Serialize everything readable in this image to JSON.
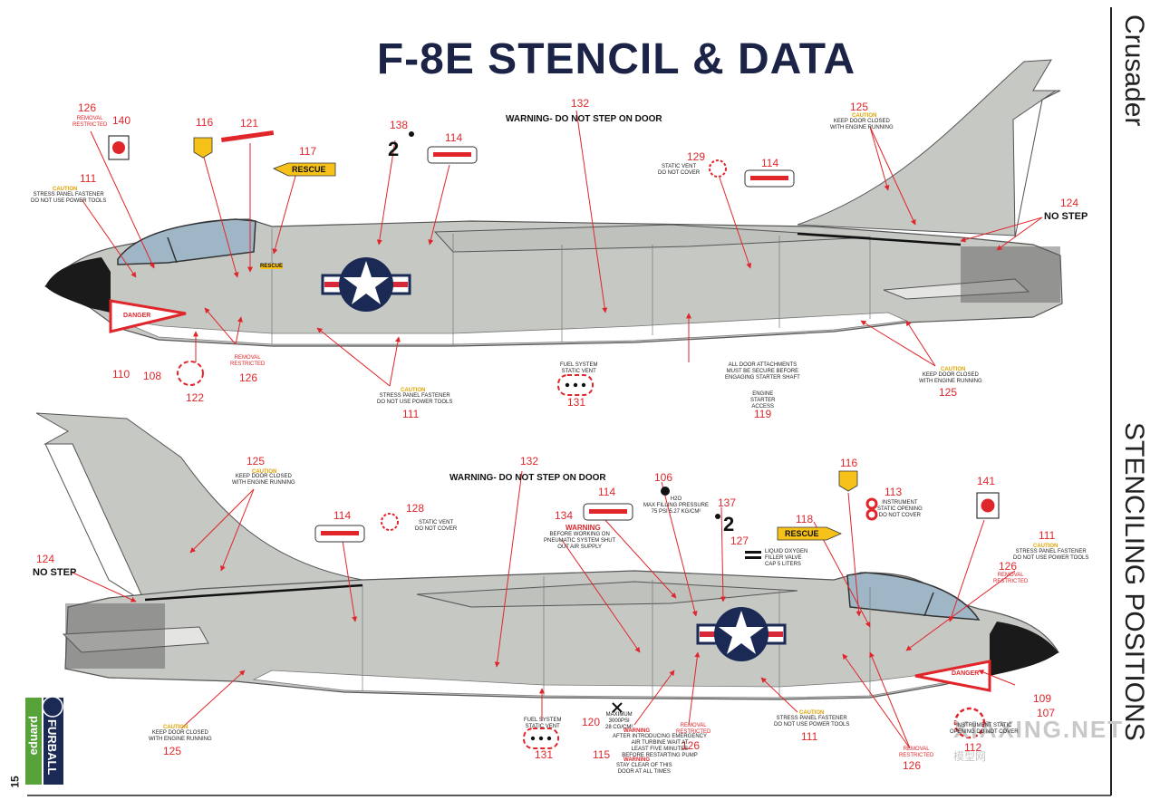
{
  "page": {
    "title": "F-8E STENCIL & DATA",
    "side_top": "Crusader",
    "side_bottom": "STENCILING POSITIONS",
    "page_number": "15",
    "watermark": "XIAXING.NET",
    "watermark_sub": "模型网",
    "brand_vertical": "FURBALL",
    "brand_name": "eduard"
  },
  "colors": {
    "aircraft_gray": "#c6c8c4",
    "aircraft_white": "#ffffff",
    "nose_black": "#1a1a1a",
    "callout_red": "#e0262b",
    "navy": "#1b2a55",
    "rescue_yellow": "#f6c21a",
    "title_navy": "#1b2447"
  },
  "upper": {
    "warning": "WARNING- DO NOT STEP ON DOOR",
    "no_step": "NO STEP",
    "numbers": [
      {
        "n": "126"
      },
      {
        "n": "140"
      },
      {
        "n": "116"
      },
      {
        "n": "121"
      },
      {
        "n": "117"
      },
      {
        "n": "138"
      },
      {
        "n": "114"
      },
      {
        "n": "132"
      },
      {
        "n": "129"
      },
      {
        "n": "114"
      },
      {
        "n": "125"
      },
      {
        "n": "124"
      },
      {
        "n": "111"
      },
      {
        "n": "110"
      },
      {
        "n": "108"
      },
      {
        "n": "122"
      },
      {
        "n": "126"
      },
      {
        "n": "111"
      },
      {
        "n": "131"
      },
      {
        "n": "119"
      },
      {
        "n": "125"
      }
    ],
    "labels": {
      "removal_restricted": "REMOVAL\nRESTRICTED",
      "rescue": "RESCUE",
      "stress_caution": "CAUTION",
      "stress": "STRESS PANEL FASTENER\nDO NOT USE POWER TOOLS",
      "static_vent": "STATIC VENT\nDO NOT COVER",
      "keep_door_caution": "CAUTION",
      "keep_door": "KEEP DOOR CLOSED\nWITH ENGINE RUNNING",
      "fuel_vent": "FUEL SYSTEM\nSTATIC VENT",
      "door_attach": "ALL DOOR ATTACHMENTS\nMUST BE SECURE BEFORE\nENGAGING STARTER SHAFT",
      "engine_starter": "ENGINE\nSTARTER\nACCESS",
      "removal_restricted2": "REMOVAL\nRESTRICTED",
      "stress2_caution": "CAUTION",
      "stress2": "STRESS PANEL FASTENER\nDO NOT USE POWER TOOLS",
      "keep_door2_caution": "CAUTION",
      "keep_door2": "KEEP DOOR CLOSED\nWITH ENGINE RUNNING",
      "danger": "DANGER"
    },
    "stencil_2": "2"
  },
  "lower": {
    "warning": "WARNING- DO NOT STEP ON DOOR",
    "no_step": "NO STEP",
    "numbers": [
      {
        "n": "125"
      },
      {
        "n": "132"
      },
      {
        "n": "106"
      },
      {
        "n": "116"
      },
      {
        "n": "141"
      },
      {
        "n": "124"
      },
      {
        "n": "114"
      },
      {
        "n": "128"
      },
      {
        "n": "114"
      },
      {
        "n": "134"
      },
      {
        "n": "137"
      },
      {
        "n": "113"
      },
      {
        "n": "118"
      },
      {
        "n": "127"
      },
      {
        "n": "111"
      },
      {
        "n": "126"
      },
      {
        "n": "109"
      },
      {
        "n": "107"
      },
      {
        "n": "112"
      },
      {
        "n": "126"
      },
      {
        "n": "111"
      },
      {
        "n": "126"
      },
      {
        "n": "115"
      },
      {
        "n": "120"
      },
      {
        "n": "131"
      },
      {
        "n": "125"
      }
    ],
    "labels": {
      "keep_door_caution": "CAUTION",
      "keep_door": "KEEP DOOR CLOSED\nWITH ENGINE RUNNING",
      "static_vent": "STATIC VENT\nDO NOT COVER",
      "pneumatic_warning": "WARNING",
      "pneumatic": "BEFORE WORKING ON\nPNEUMATIC SYSTEM SHUT\nOUT AIR SUPPLY",
      "filling": "H2O\nMAX FILLING PRESSURE\n75 PSI 5.27 KG/CM²",
      "instrument_vent": "INSTRUMENT\nSTATIC OPENING\nDO NOT COVER",
      "rescue": "RESCUE",
      "liquid_oxygen": "LIQUID OXYGEN\nFILLER VALVE\nCAP 5 LITERS",
      "stress_caution": "CAUTION",
      "stress": "STRESS PANEL FASTENER\nDO NOT USE POWER TOOLS",
      "removal_restricted": "REMOVAL\nRESTRICTED",
      "removal_restricted2": "REMOVAL\nRESTRICTED",
      "removal_restricted3": "REMOVAL\nRESTRICTED",
      "instrument_vent2": "INSTRUMENT STATIC\nOPENING DO NOT COVER",
      "stress2_caution": "CAUTION",
      "stress2": "STRESS PANEL FASTENER\nDO NOT USE POWER TOOLS",
      "maximum": "MAXIMUM\n3000PSI\n28 CG/CM²",
      "warning_emerg_title": "WARNING",
      "warning_emerg": "AFTER INTRODUCING EMERGENCY\nAIR TURBINE WAIT AT\nLEAST FIVE MINUTES\nBEFORE RESTARTING PUMP",
      "warning_stay_title": "WARNING",
      "warning_stay": "STAY CLEAR OF THIS\nDOOR AT ALL TIMES",
      "fuel_vent": "FUEL SYSTEM\nSTATIC VENT",
      "keep_door2_caution": "CAUTION",
      "keep_door2": "KEEP DOOR CLOSED\nWITH ENGINE RUNNING",
      "danger": "DANGER"
    },
    "stencil_2": "2"
  }
}
